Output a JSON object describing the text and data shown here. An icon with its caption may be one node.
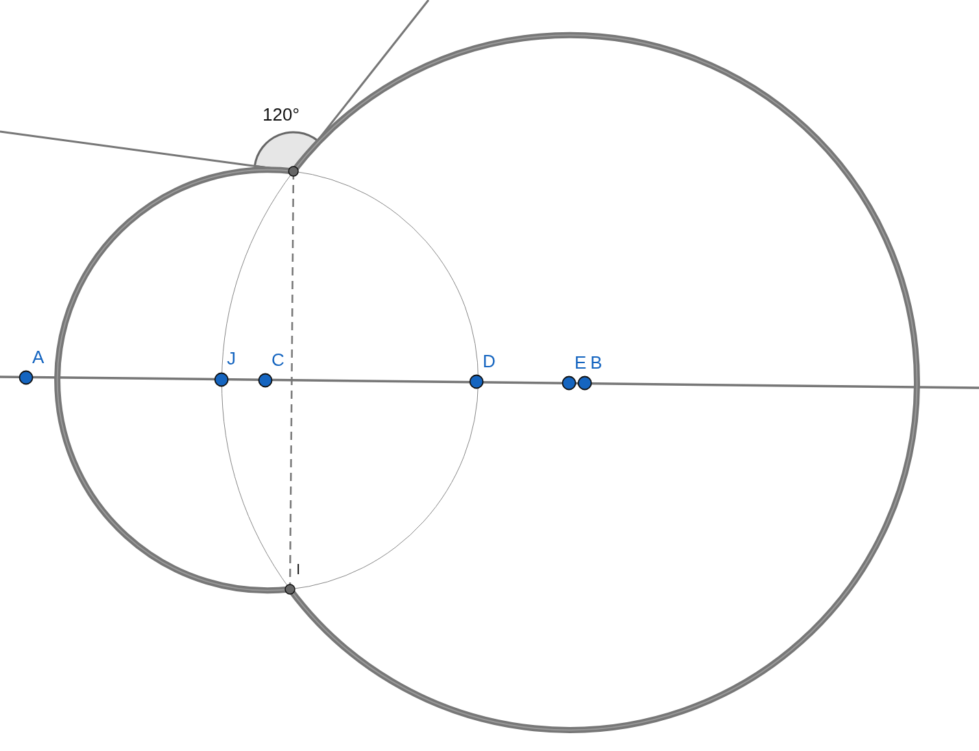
{
  "diagram": {
    "labels": [
      "120°",
      "A",
      "J",
      "C",
      "D",
      "E",
      "B",
      "I"
    ]
  }
}
